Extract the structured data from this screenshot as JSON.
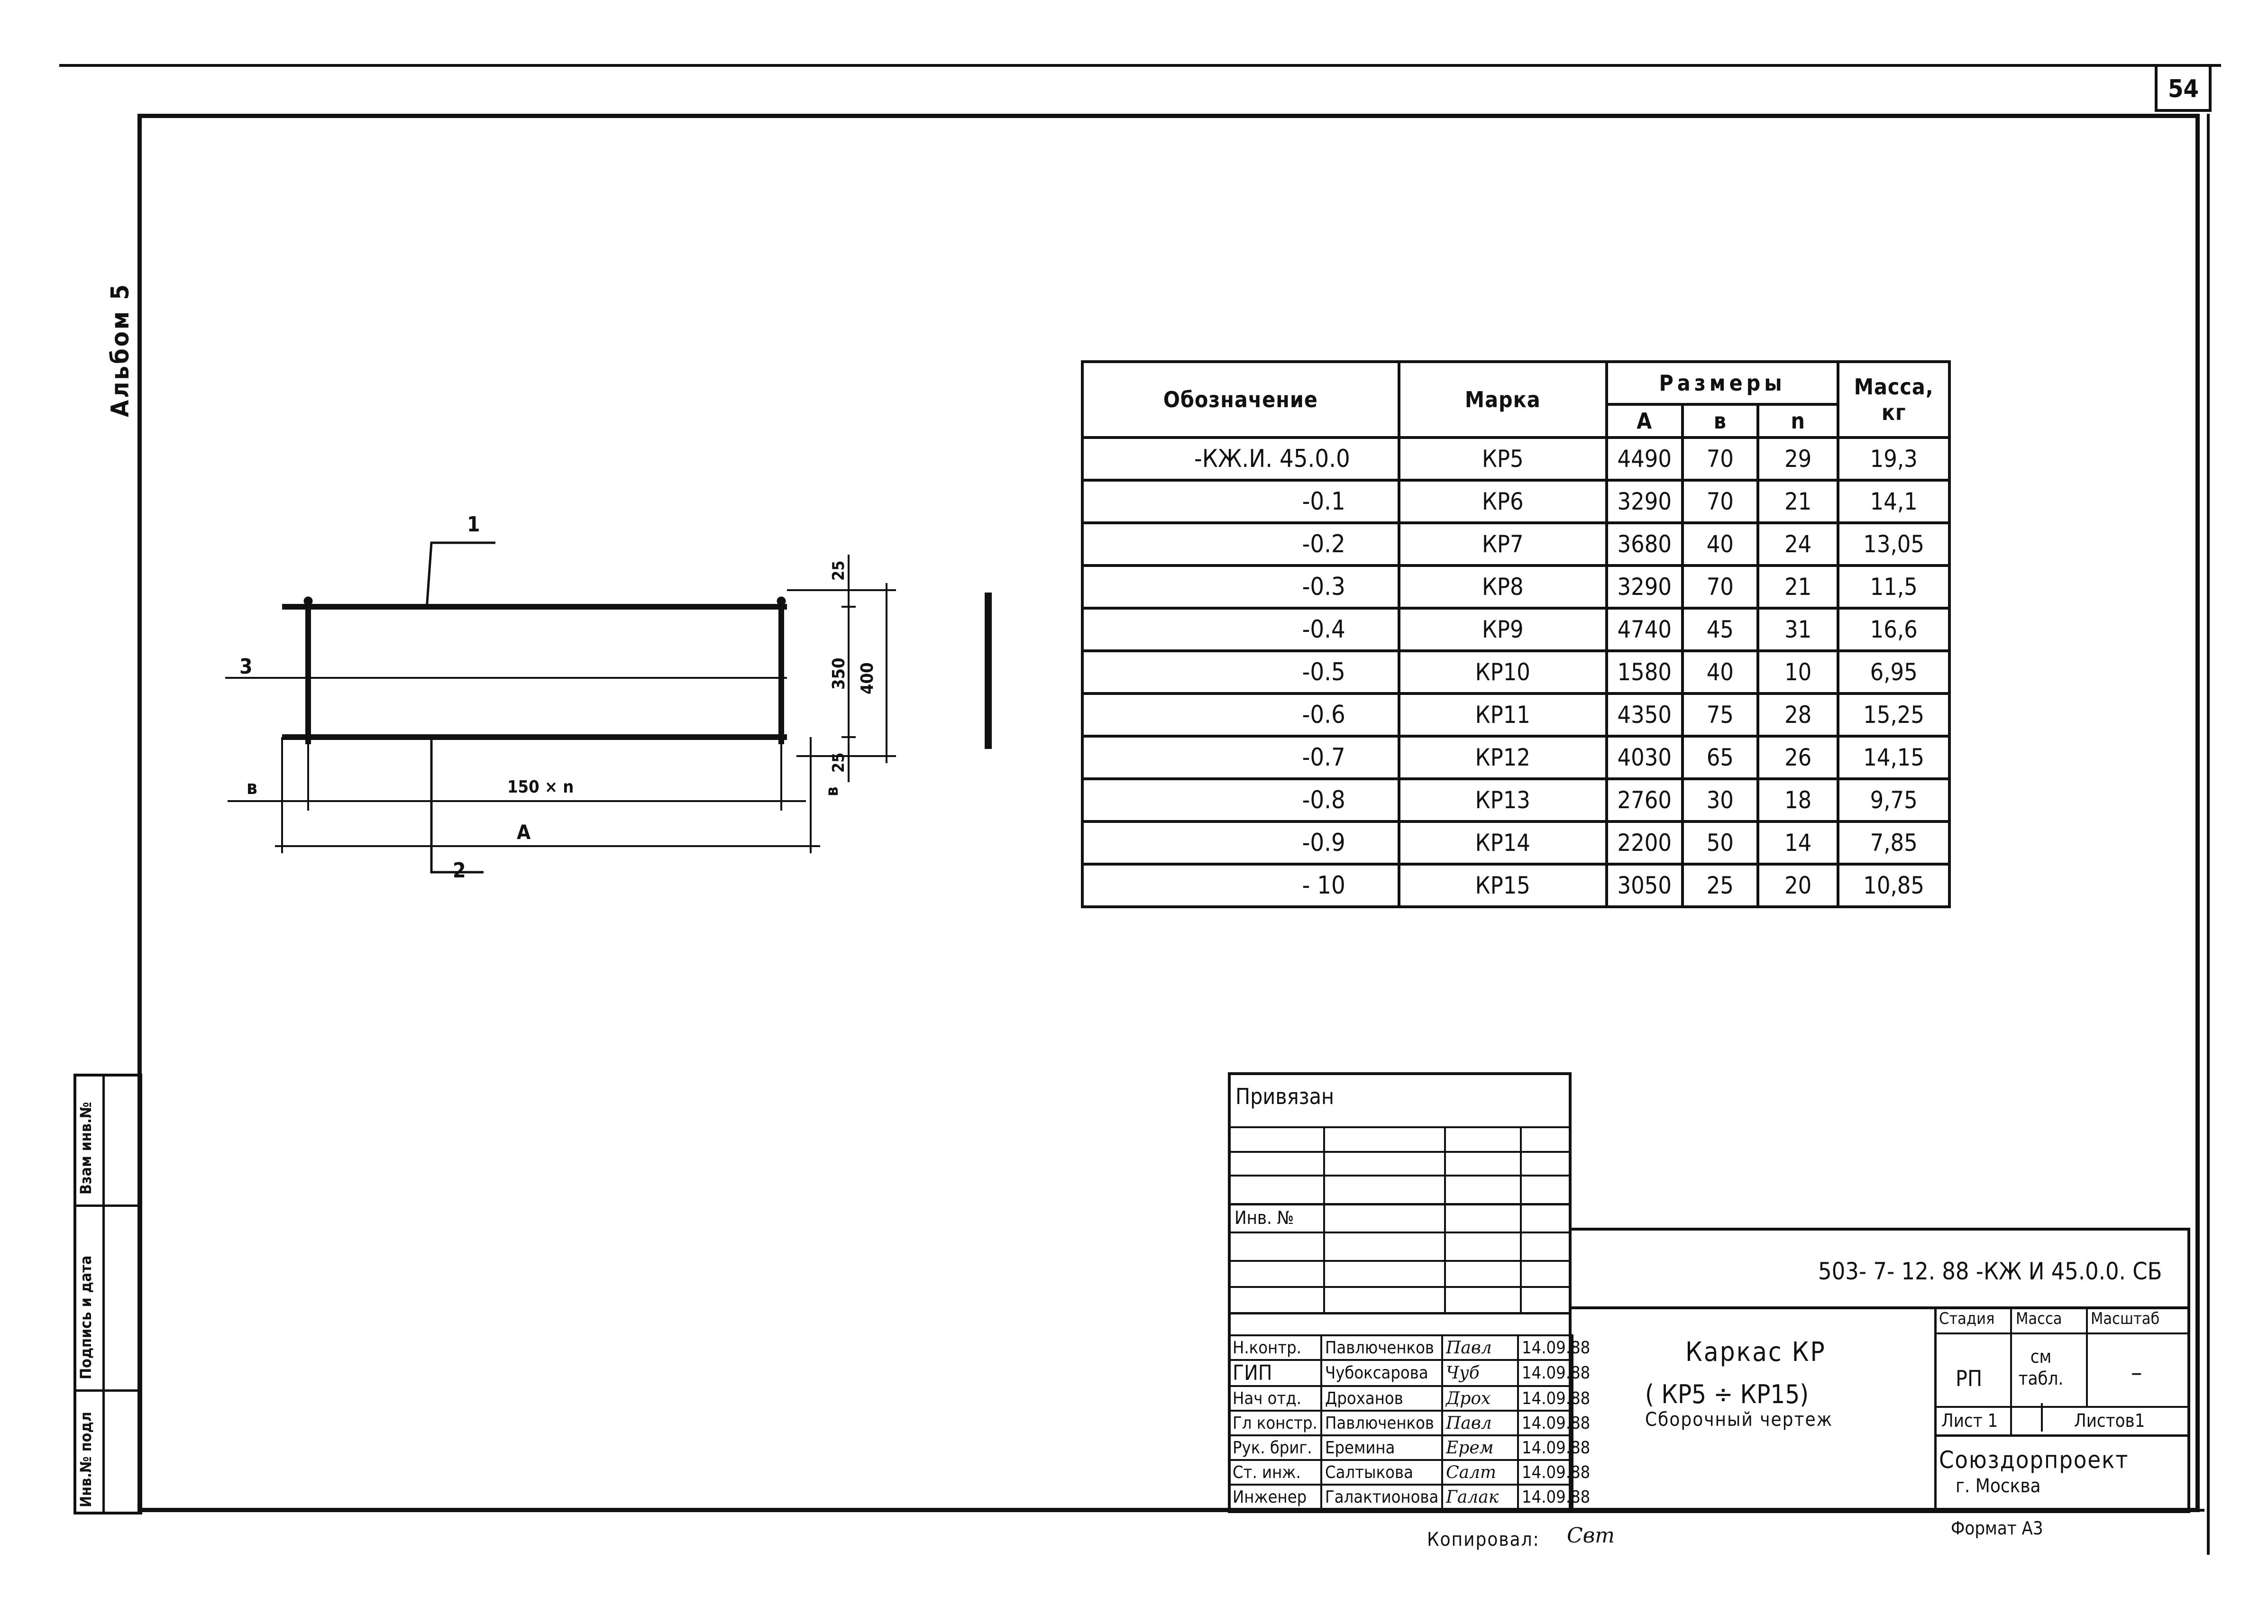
{
  "page_number": "54",
  "album_label": "Альбом 5",
  "left_stamp": {
    "field1": "Взам инв.№",
    "field2": "Подпись и дата",
    "field3": "Инв.№ подл"
  },
  "drawing": {
    "pos1": "1",
    "pos2": "2",
    "pos3": "3",
    "dim_b": "в",
    "dim_b2": "в",
    "dim_150n": "150 × n",
    "dim_A": "А",
    "dim_25_top": "25",
    "dim_25_bot": "25",
    "dim_350": "350",
    "dim_400": "400"
  },
  "spec_table": {
    "headers": {
      "designation": "Обозначение",
      "mark": "Марка",
      "sizes": "Размеры",
      "mass": "Масса, кг",
      "a": "А",
      "b": "в",
      "n": "n"
    },
    "rows": [
      {
        "designation": "-КЖ.И. 45.0.0",
        "mark": "КР5",
        "a": "4490",
        "b": "70",
        "n": "29",
        "mass": "19,3"
      },
      {
        "designation": "-0.1",
        "mark": "КР6",
        "a": "3290",
        "b": "70",
        "n": "21",
        "mass": "14,1"
      },
      {
        "designation": "-0.2",
        "mark": "КР7",
        "a": "3680",
        "b": "40",
        "n": "24",
        "mass": "13,05"
      },
      {
        "designation": "-0.3",
        "mark": "КР8",
        "a": "3290",
        "b": "70",
        "n": "21",
        "mass": "11,5"
      },
      {
        "designation": "-0.4",
        "mark": "КР9",
        "a": "4740",
        "b": "45",
        "n": "31",
        "mass": "16,6"
      },
      {
        "designation": "-0.5",
        "mark": "КР10",
        "a": "1580",
        "b": "40",
        "n": "10",
        "mass": "6,95"
      },
      {
        "designation": "-0.6",
        "mark": "КР11",
        "a": "4350",
        "b": "75",
        "n": "28",
        "mass": "15,25"
      },
      {
        "designation": "-0.7",
        "mark": "КР12",
        "a": "4030",
        "b": "65",
        "n": "26",
        "mass": "14,15"
      },
      {
        "designation": "-0.8",
        "mark": "КР13",
        "a": "2760",
        "b": "30",
        "n": "18",
        "mass": "9,75"
      },
      {
        "designation": "-0.9",
        "mark": "КР14",
        "a": "2200",
        "b": "50",
        "n": "14",
        "mass": "7,85"
      },
      {
        "designation": "- 10",
        "mark": "КР15",
        "a": "3050",
        "b": "25",
        "n": "20",
        "mass": "10,85"
      }
    ]
  },
  "privyazan": {
    "title": "Привязан",
    "inv": "Инв. №"
  },
  "title_block": {
    "code": "503- 7- 12. 88 -КЖ И 45.0.0. СБ",
    "name_line1": "Каркас КР",
    "name_line2": "( КР5 ÷ КР15)",
    "name_line3": "Сборочный чертеж",
    "stage_label": "Стадия",
    "mass_label": "Масса",
    "scale_label": "Масштаб",
    "stage_value": "РП",
    "mass_value": "см табл.",
    "scale_value": "–",
    "sheet": "Лист 1",
    "sheets": "Листов1",
    "org": "Союздорпроект",
    "city": "г. Москва",
    "signers": [
      {
        "role": "Н.контр.",
        "name": "Павлюченков",
        "sign": "Павл",
        "date": "14.09.88"
      },
      {
        "role": "ГИП",
        "name": "Чубоксарова",
        "sign": "Чуб",
        "date": "14.09.88"
      },
      {
        "role": "Нач отд.",
        "name": "Дроханов",
        "sign": "Дрох",
        "date": "14.09.88"
      },
      {
        "role": "Гл констр.",
        "name": "Павлюченков",
        "sign": "Павл",
        "date": "14.09.88"
      },
      {
        "role": "Рук. бриг.",
        "name": "Еремина",
        "sign": "Ерем",
        "date": "14.09.88"
      },
      {
        "role": "Ст. инж.",
        "name": "Салтыкова",
        "sign": "Салт",
        "date": "14.09.88"
      },
      {
        "role": "Инженер",
        "name": "Галактионова",
        "sign": "Галак",
        "date": "14.09.88"
      }
    ]
  },
  "footer": {
    "copied": "Копировал:",
    "format": "Формат А3"
  }
}
